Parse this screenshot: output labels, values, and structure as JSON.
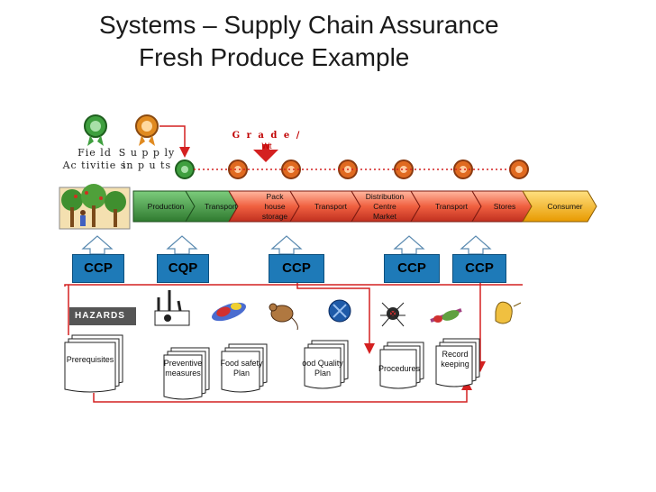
{
  "title": {
    "line1": "Systems – Supply Chain Assurance",
    "line2": "Fresh Produce Example"
  },
  "left_labels": {
    "field": "Fie ld",
    "activities": "Ac tivitie s",
    "supply": "S u p p ly",
    "inputs": "in p u ts"
  },
  "grade": {
    "label": "G r a d e  /",
    "sub": "Wt"
  },
  "chain_steps": [
    {
      "label": "Production"
    },
    {
      "label": "Transport"
    },
    {
      "label": "Pack house storage",
      "lines": [
        "Pack",
        "house",
        "storage"
      ]
    },
    {
      "label": "Transport"
    },
    {
      "label": "Distribution Centre Market",
      "lines": [
        "Distribution",
        "Centre",
        "Market"
      ]
    },
    {
      "label": "Transport"
    },
    {
      "label": "Stores"
    },
    {
      "label": "Consumer"
    }
  ],
  "control_points": [
    {
      "label": "CCP"
    },
    {
      "label": "CQP"
    },
    {
      "label": "CCP"
    },
    {
      "label": "CCP"
    },
    {
      "label": "CCP"
    }
  ],
  "hazards_label": "HAZARDS",
  "hazard_icons": [
    "chemicals-icon",
    "bug-spray-icon",
    "rodent-icon",
    "bacteria-icon",
    "spider-icon",
    "syringe-icon",
    "cleaning-bottle-icon"
  ],
  "documents": [
    {
      "label": "Prerequisites"
    },
    {
      "label": "Preventive measures",
      "lines": [
        "Preventive",
        "measures"
      ]
    },
    {
      "label": "Food safety Plan",
      "lines": [
        "Food safety",
        "Plan"
      ]
    },
    {
      "label": "ood Quality Plan",
      "lines": [
        "ood Quality",
        "Plan"
      ]
    },
    {
      "label": "Procedures"
    },
    {
      "label": "Record keeping",
      "lines": [
        "Record",
        "keeping"
      ]
    }
  ],
  "colors": {
    "title": "#1a1a1a",
    "ccp_box": "#1e7ab8",
    "flow_arrow": "#d42020",
    "chain_green": "#3f8f3f",
    "chain_red": "#f06040",
    "chain_orange": "#f4b000",
    "hazards_box": "#555555"
  }
}
